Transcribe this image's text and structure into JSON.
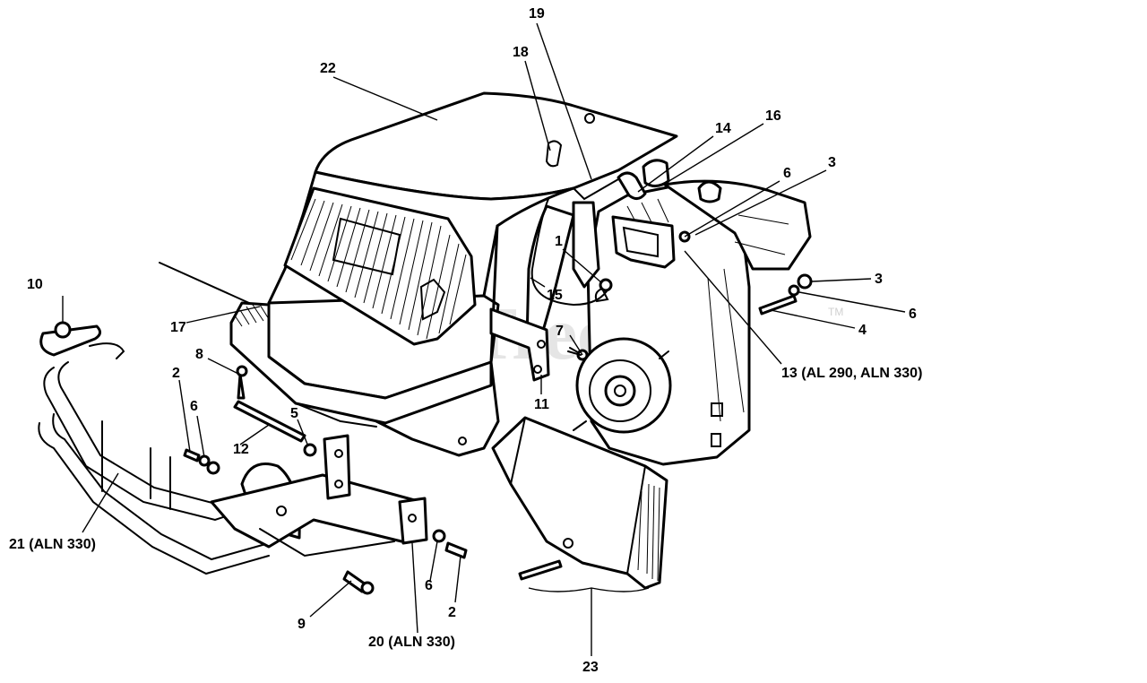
{
  "watermark": {
    "text": "PartsTree",
    "trademark": "TM"
  },
  "callouts": [
    {
      "id": "19",
      "label": "19"
    },
    {
      "id": "18",
      "label": "18"
    },
    {
      "id": "22",
      "label": "22"
    },
    {
      "id": "16",
      "label": "16"
    },
    {
      "id": "14",
      "label": "14"
    },
    {
      "id": "3a",
      "label": "3"
    },
    {
      "id": "6a",
      "label": "6"
    },
    {
      "id": "10",
      "label": "10"
    },
    {
      "id": "1",
      "label": "1"
    },
    {
      "id": "3b",
      "label": "3"
    },
    {
      "id": "15",
      "label": "15"
    },
    {
      "id": "6b",
      "label": "6"
    },
    {
      "id": "17",
      "label": "17"
    },
    {
      "id": "7",
      "label": "7"
    },
    {
      "id": "4",
      "label": "4"
    },
    {
      "id": "8",
      "label": "8"
    },
    {
      "id": "13",
      "label": "13 (AL 290, ALN 330)"
    },
    {
      "id": "2a",
      "label": "2"
    },
    {
      "id": "11",
      "label": "11"
    },
    {
      "id": "6c",
      "label": "6"
    },
    {
      "id": "5",
      "label": "5"
    },
    {
      "id": "12",
      "label": "12"
    },
    {
      "id": "21",
      "label": "21 (ALN 330)"
    },
    {
      "id": "6d",
      "label": "6"
    },
    {
      "id": "2b",
      "label": "2"
    },
    {
      "id": "9",
      "label": "9"
    },
    {
      "id": "20",
      "label": "20 (ALN 330)"
    },
    {
      "id": "23",
      "label": "23"
    }
  ]
}
